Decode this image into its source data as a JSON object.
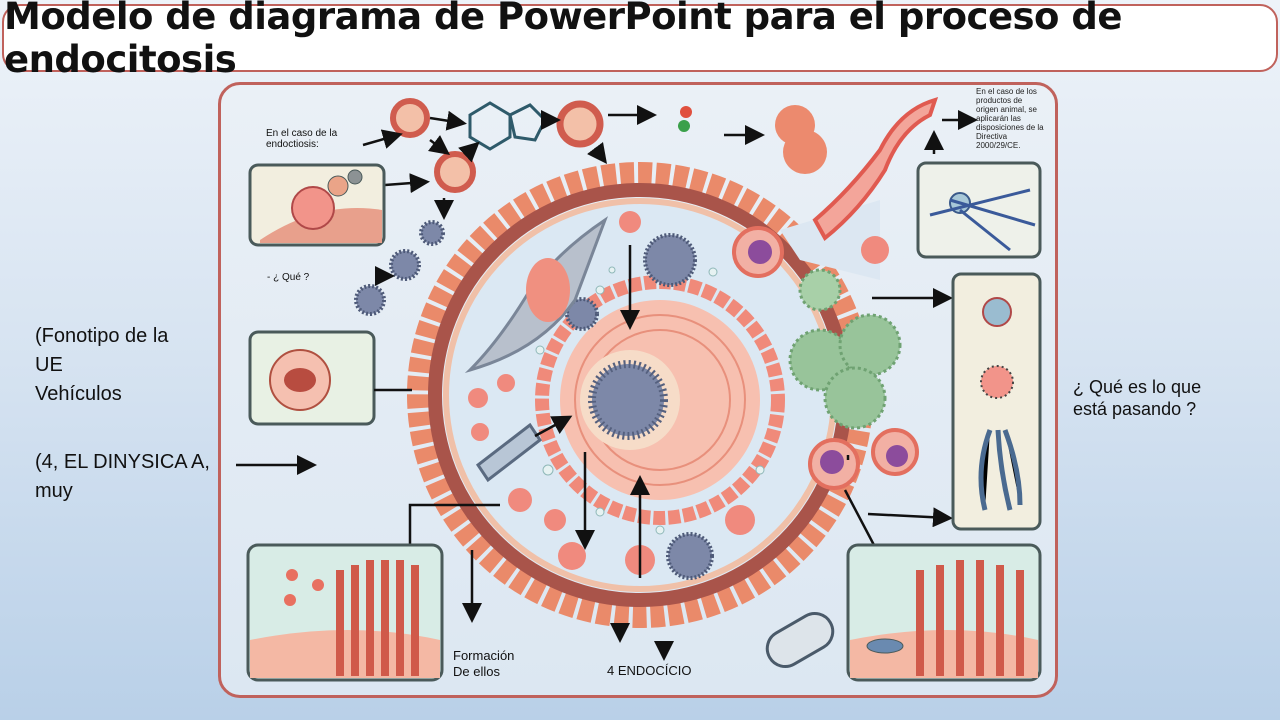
{
  "title": "Modelo de diagrama de PowerPoint para el proceso de endocitosis",
  "left_text": {
    "block1": [
      "(Fonotipo de la",
      "UE",
      "Vehículos"
    ],
    "block2": [
      "(4, EL DINYSICA A,",
      "muy"
    ]
  },
  "right_text": [
    "¿ Qué es lo que",
    "está pasando ?"
  ],
  "labels": {
    "endocytosis_case": [
      "En el caso de la",
      "endoctiosis:"
    ],
    "what": "- ¿ Qué ?",
    "directive_note": [
      "En el caso de los",
      "productos de",
      "origen animal, se",
      "aplicarán las",
      "disposiciones de la",
      "Directiva",
      "2000/29/CE."
    ],
    "formation": [
      "Formación",
      "De ellos"
    ],
    "endocicio": "4 ENDOCÍCIO"
  },
  "colors": {
    "frame": "#c0625c",
    "membrane": "#e07a5f",
    "nucleus": "#f4a99a",
    "receptor": "#7a8aa8",
    "green": "#8fbf8f"
  }
}
